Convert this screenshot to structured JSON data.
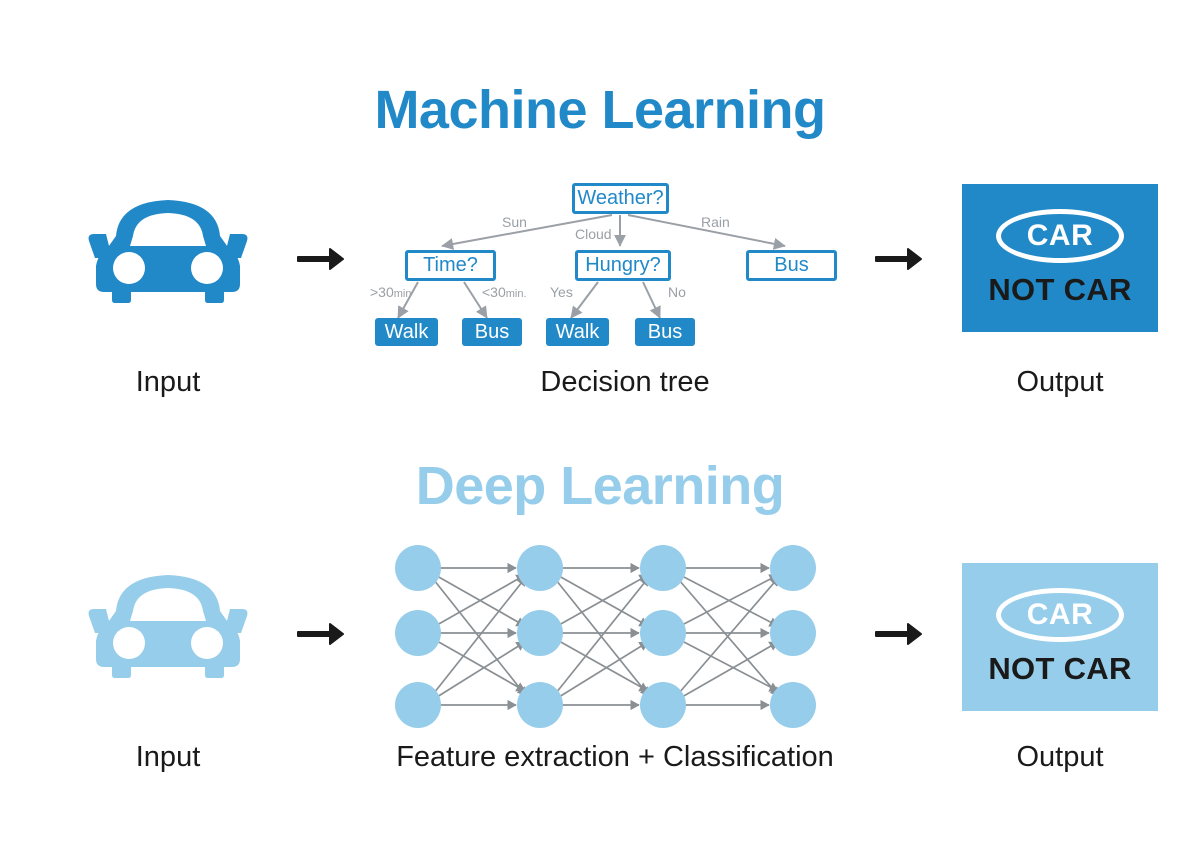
{
  "page": {
    "background": "#ffffff",
    "accent_dark": "#2189C8",
    "accent_light": "#96CDEB",
    "ink": "#1a1a1a",
    "muted": "#9aa0a6"
  },
  "machine_learning": {
    "title": "Machine Learning",
    "title_color": "#2189C8",
    "input": {
      "caption": "Input",
      "icon": "car-icon",
      "icon_color": "#2189C8"
    },
    "arrow_left": "→",
    "arrow_right": "→",
    "middle": {
      "caption": "Decision tree",
      "nodes": [
        {
          "id": "weather",
          "label": "Weather?",
          "type": "internal"
        },
        {
          "id": "time",
          "label": "Time?",
          "type": "internal"
        },
        {
          "id": "hungry",
          "label": "Hungry?",
          "type": "internal"
        },
        {
          "id": "bus-rain",
          "label": "Bus",
          "type": "internal"
        },
        {
          "id": "walk-1",
          "label": "Walk",
          "type": "leaf"
        },
        {
          "id": "bus-1",
          "label": "Bus",
          "type": "leaf"
        },
        {
          "id": "walk-2",
          "label": "Walk",
          "type": "leaf"
        },
        {
          "id": "bus-2",
          "label": "Bus",
          "type": "leaf"
        }
      ],
      "edges": [
        {
          "from": "weather",
          "to": "time",
          "label": "Sun"
        },
        {
          "from": "weather",
          "to": "hungry",
          "label": "Cloud"
        },
        {
          "from": "weather",
          "to": "bus-rain",
          "label": "Rain"
        },
        {
          "from": "time",
          "to": "walk-1",
          "label": ">30",
          "label_unit": "min"
        },
        {
          "from": "time",
          "to": "bus-1",
          "label": "<30",
          "label_unit": "min."
        },
        {
          "from": "hungry",
          "to": "walk-2",
          "label": "Yes"
        },
        {
          "from": "hungry",
          "to": "bus-2",
          "label": "No"
        }
      ]
    },
    "output": {
      "caption": "Output",
      "panel_color": "#2189C8",
      "oval_label": "CAR",
      "oval_label_color": "#ffffff",
      "below_label": "NOT CAR",
      "below_label_color": "#1a1a1a"
    }
  },
  "deep_learning": {
    "title": "Deep Learning",
    "title_color": "#96CDEB",
    "input": {
      "caption": "Input",
      "icon": "car-icon",
      "icon_color": "#96CDEB"
    },
    "arrow_left": "→",
    "arrow_right": "→",
    "middle": {
      "caption": "Feature extraction + Classification",
      "network": {
        "layers": 4,
        "nodes_per_layer": [
          3,
          3,
          3,
          3
        ],
        "node_color": "#96CDEB",
        "edge_color": "#8a8f94",
        "fully_connected": true
      }
    },
    "output": {
      "caption": "Output",
      "panel_color": "#96CDEB",
      "oval_label": "CAR",
      "oval_label_color": "#ffffff",
      "below_label": "NOT CAR",
      "below_label_color": "#1a1a1a"
    }
  }
}
